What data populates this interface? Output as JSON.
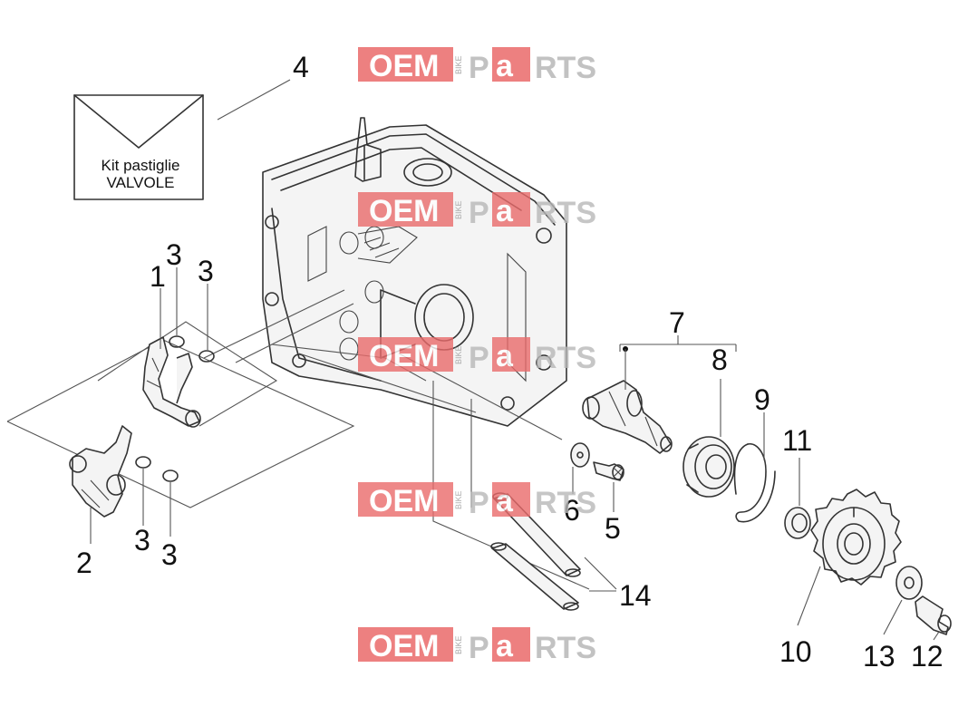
{
  "kit_box": {
    "line1": "Kit pastiglie",
    "line2": "VALVOLE"
  },
  "callouts": {
    "c1": "1",
    "c2": "2",
    "c3a": "3",
    "c3b": "3",
    "c3c": "3",
    "c3d": "3",
    "c4": "4",
    "c5": "5",
    "c6": "6",
    "c7": "7",
    "c8": "8",
    "c9": "9",
    "c10": "10",
    "c11": "11",
    "c12": "12",
    "c13": "13",
    "c14": "14"
  },
  "watermark": {
    "part1": "OEM",
    "part2": "BIKE",
    "part3": "P",
    "part4": "a",
    "part5": "RTS"
  },
  "colors": {
    "watermark_red": "#ea6b6b",
    "watermark_grey": "#b8b8b8",
    "line": "#333333"
  }
}
